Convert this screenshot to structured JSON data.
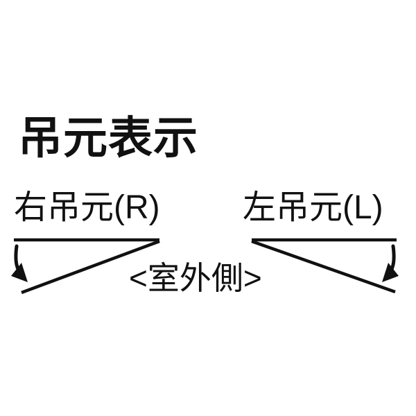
{
  "colors": {
    "ink": "#111111",
    "bg": "#ffffff"
  },
  "title": {
    "text": "吊元表示"
  },
  "labels": {
    "right_hinge": "右吊元(R)",
    "left_hinge": "左吊元(L)",
    "outdoor_side": "<室外側>"
  },
  "icons": {
    "right_hinge_swing": "curved-arrow-swinging-down-right",
    "left_hinge_swing": "curved-arrow-swinging-down-left"
  }
}
